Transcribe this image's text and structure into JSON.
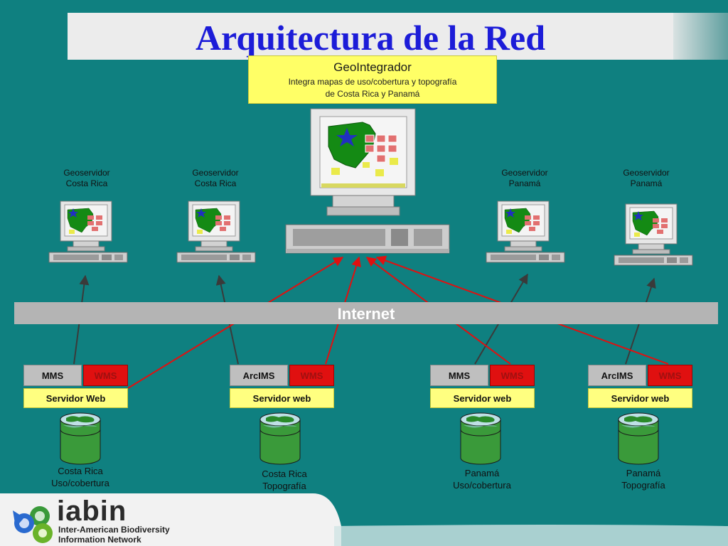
{
  "title": "Arquitectura de la Red",
  "geointegrador": {
    "name": "GeoIntegrador",
    "line1": "Integra mapas de uso/cobertura y topografía",
    "line2": "de Costa Rica y Panamá"
  },
  "geoservers": [
    {
      "line1": "Geoservidor",
      "line2": "Costa Rica"
    },
    {
      "line1": "Geoservidor",
      "line2": "Costa Rica"
    },
    {
      "line1": "Geoservidor",
      "line2": "Panamá"
    },
    {
      "line1": "Geoservidor",
      "line2": "Panamá"
    }
  ],
  "internet_label": "Internet",
  "servers": [
    {
      "software": "MMS",
      "protocol": "WMS",
      "web": "Servidor Web"
    },
    {
      "software": "ArcIMS",
      "protocol": "WMS",
      "web": "Servidor web"
    },
    {
      "software": "MMS",
      "protocol": "WMS",
      "web": "Servidor web"
    },
    {
      "software": "ArcIMS",
      "protocol": "WMS",
      "web": "Servidor web"
    }
  ],
  "databases": [
    {
      "line1": "Costa Rica",
      "line2": "Uso/cobertura"
    },
    {
      "line1": "Costa Rica",
      "line2": "Topografía"
    },
    {
      "line1": "Panamá",
      "line2": "Uso/cobertura"
    },
    {
      "line1": "Panamá",
      "line2": "Topografía"
    }
  ],
  "logo": {
    "wordmark": "iabin",
    "line1": "Inter-American Biodiversity",
    "line2": "Information Network"
  },
  "colors": {
    "background": "#0f8080",
    "title_text": "#1c1cd8",
    "highlight_box": "#ffff66",
    "protocol_red": "#e01010",
    "link_red": "#e01010",
    "link_gray": "#3a3a3a",
    "database_green": "#3a9a3a"
  }
}
